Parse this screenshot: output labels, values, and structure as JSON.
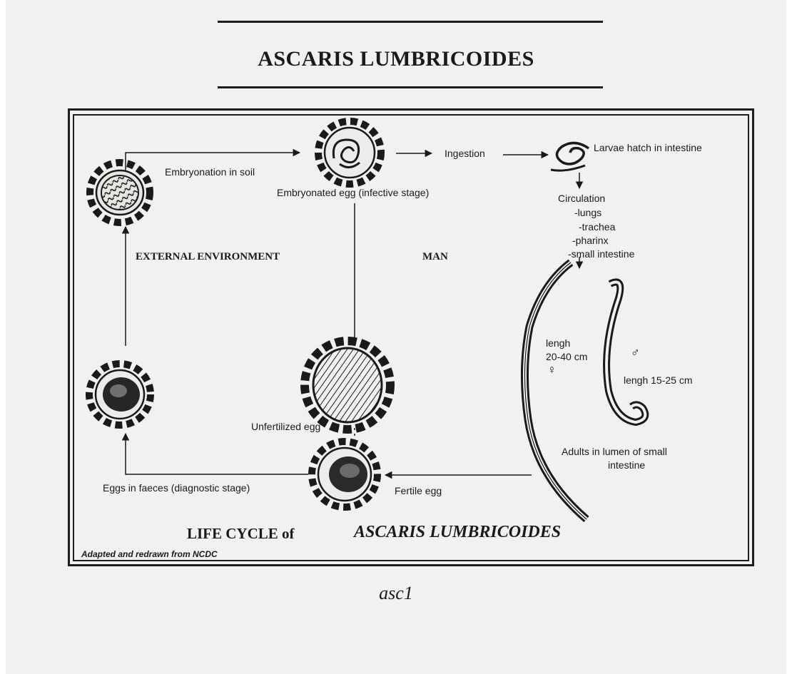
{
  "document": {
    "heading": "ASCARIS LUMBRICOIDES",
    "caption": "asc1"
  },
  "diagram": {
    "labels": {
      "embryonation": "Embryonation in soil",
      "embryonated_egg": "Embryonated egg (infective stage)",
      "ingestion": "Ingestion",
      "larvae": "Larvae hatch in intestine",
      "circulation": "Circulation",
      "lungs": "-lungs",
      "trachea": "-trachea",
      "pharinx": "-pharinx",
      "small_intestine": "-small intestine",
      "external_env": "EXTERNAL ENVIRONMENT",
      "man": "MAN",
      "female_length_1": "lengh",
      "female_length_2": "20-40 cm",
      "male_length": "lengh 15-25 cm",
      "female_symbol": "♀",
      "male_symbol": "♂",
      "unfertilized": "Unfertilized egg",
      "adults_1": "Adults in lumen of small",
      "adults_2": "intestine",
      "fertile": "Fertile egg",
      "eggs_faeces": "Eggs in faeces (diagnostic stage)"
    },
    "life_cycle_prefix": "LIFE CYCLE of",
    "life_cycle_species": "ASCARIS LUMBRICOIDES",
    "source": "Adapted and redrawn from NCDC"
  },
  "colors": {
    "ink": "#1a1a1a",
    "paper": "#f1f1ef"
  }
}
